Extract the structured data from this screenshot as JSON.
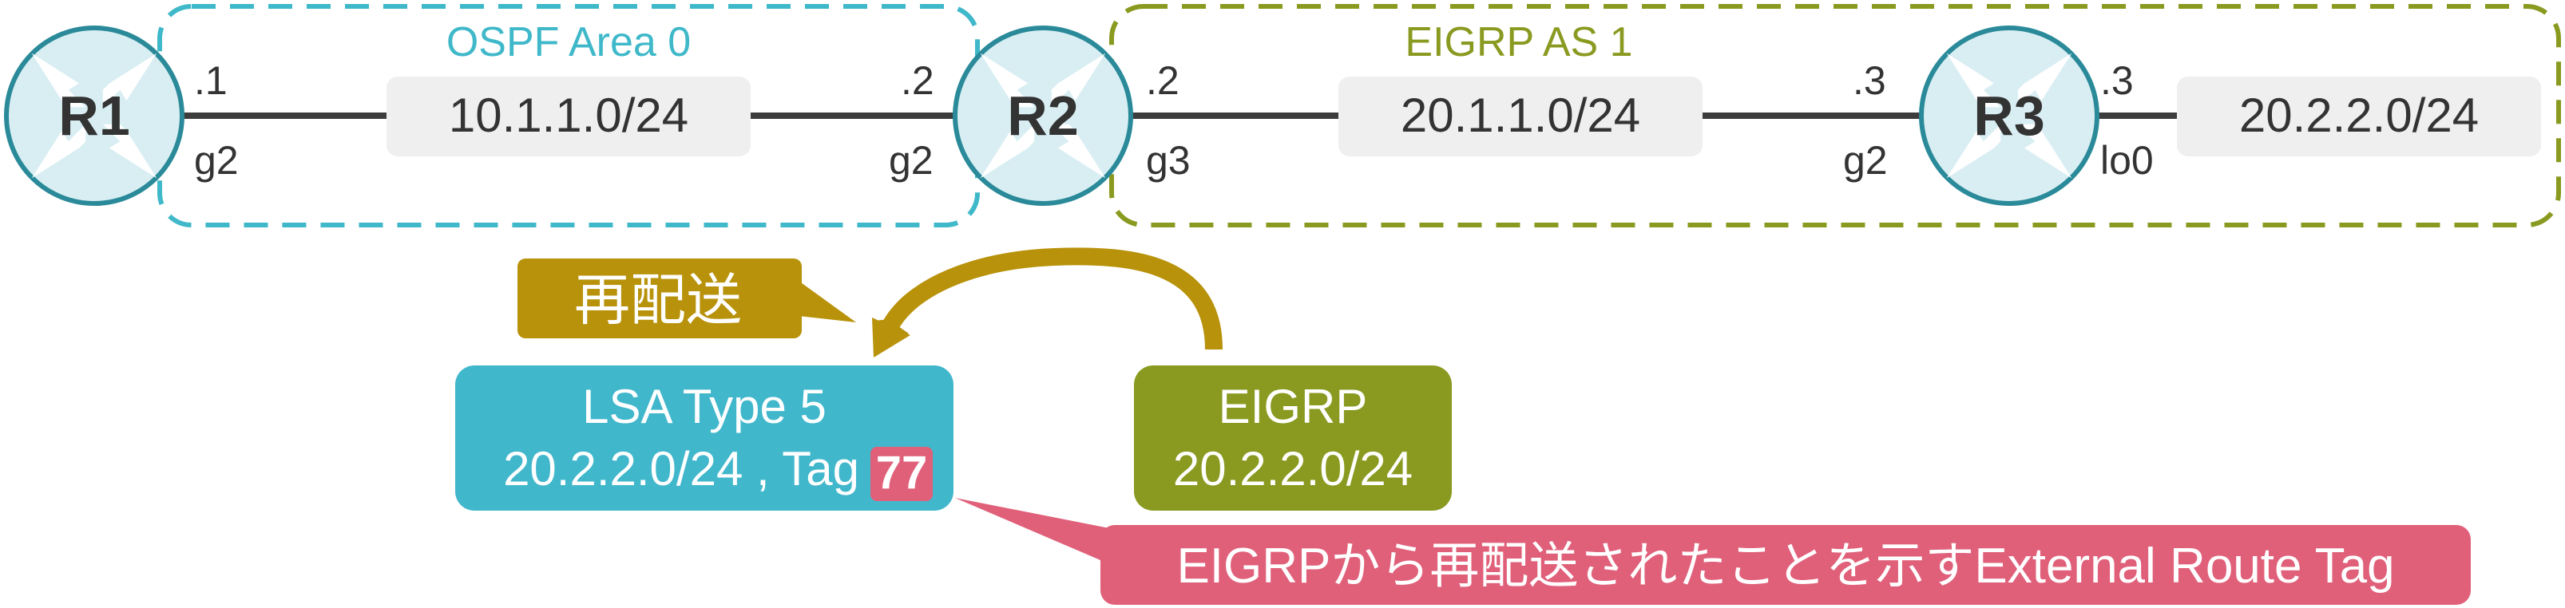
{
  "areas": {
    "ospf": {
      "label": "OSPF Area 0",
      "color": "#3fb8c9"
    },
    "eigrp": {
      "label": "EIGRP AS 1",
      "color": "#8a9a20"
    }
  },
  "routers": [
    {
      "id": "r1",
      "label": "R1"
    },
    {
      "id": "r2",
      "label": "R2"
    },
    {
      "id": "r3",
      "label": "R3"
    }
  ],
  "links": [
    {
      "network": "10.1.1.0/24",
      "left_addr": ".1",
      "left_if": "g2",
      "right_addr": ".2",
      "right_if": "g2"
    },
    {
      "network": "20.1.1.0/24",
      "left_addr": ".2",
      "left_if": "g3",
      "right_addr": ".3",
      "right_if": "g2"
    },
    {
      "network": "20.2.2.0/24",
      "left_addr": ".3",
      "left_if": "lo0"
    }
  ],
  "redistribution": {
    "label": "再配送",
    "color": "#b8920a"
  },
  "lsa_box": {
    "line1": "LSA Type 5",
    "line2": "20.2.2.0/24 , Tag",
    "tag": "77",
    "color": "#41b7cc"
  },
  "eigrp_box": {
    "line1": "EIGRP",
    "line2": "20.2.2.0/24",
    "color": "#8a9a20"
  },
  "callout": {
    "text": "EIGRPから再配送されたことを示すExternal Route Tag",
    "color": "#e0607a"
  },
  "colors": {
    "router_fill": "#d9eef3",
    "router_stroke": "#2a8a99",
    "link": "#3d3d3d",
    "network_bg": "#efefef",
    "text": "#333333"
  }
}
